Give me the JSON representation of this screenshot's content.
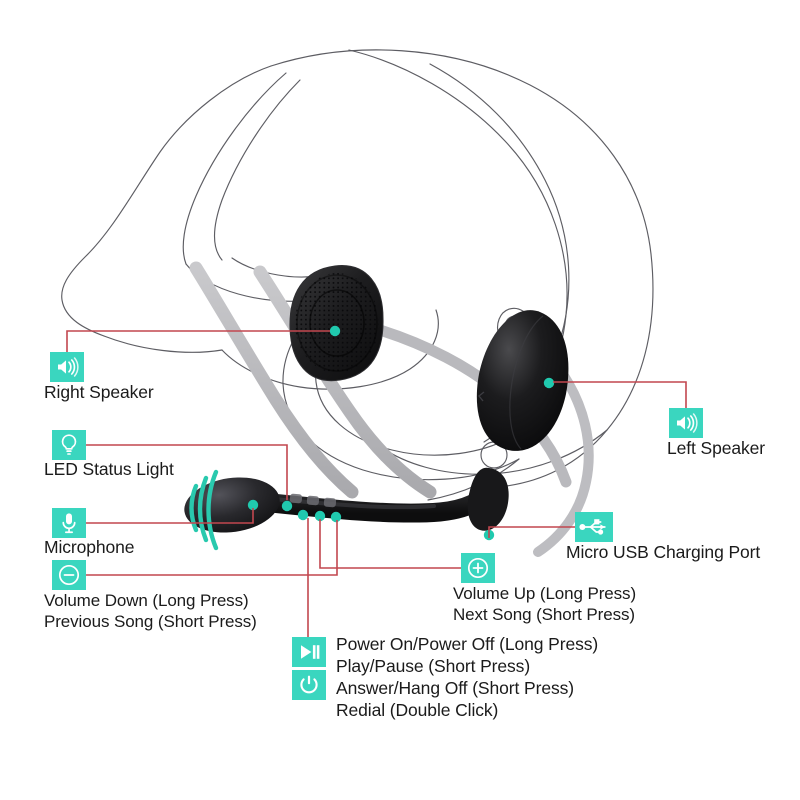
{
  "diagram": {
    "title": "Motorcycle Helmet Bluetooth Headset Feature Callouts",
    "accent_color": "#3ad6bf",
    "leader_line_color": "#c2474f",
    "text_color": "#1b1b1b",
    "background": "#ffffff"
  },
  "callouts": [
    {
      "id": "right-speaker",
      "icon": "speaker-icon",
      "lines": [
        "Right Speaker"
      ]
    },
    {
      "id": "led-status-light",
      "icon": "lightbulb-icon",
      "lines": [
        "LED Status Light"
      ]
    },
    {
      "id": "microphone",
      "icon": "microphone-icon",
      "lines": [
        "Microphone"
      ]
    },
    {
      "id": "volume-down",
      "icon": "minus-circle-icon",
      "lines": [
        "Volume Down (Long Press)",
        "Previous Song (Short Press)"
      ]
    },
    {
      "id": "left-speaker",
      "icon": "speaker-icon",
      "lines": [
        "Left Speaker"
      ]
    },
    {
      "id": "micro-usb",
      "icon": "usb-icon",
      "lines": [
        "Micro USB Charging Port"
      ]
    },
    {
      "id": "volume-up",
      "icon": "plus-circle-icon",
      "lines": [
        "Volume Up (Long Press)",
        "Next Song (Short Press)"
      ]
    },
    {
      "id": "power-play",
      "icon": "play-pause-icon",
      "lines": [
        "Power On/Power Off (Long Press)",
        "Play/Pause (Short Press)"
      ]
    },
    {
      "id": "answer-redial",
      "icon": "power-icon",
      "lines": [
        "Answer/Hang Off (Short Press)",
        "Redial (Double Click)"
      ]
    }
  ],
  "text": {
    "right_speaker": "Right Speaker",
    "left_speaker": "Left Speaker",
    "led_status_light": "LED Status Light",
    "microphone": "Microphone",
    "micro_usb": "Micro USB Charging Port",
    "volume_down_l1": "Volume Down (Long Press)",
    "volume_down_l2": "Previous Song (Short Press)",
    "volume_up_l1": "Volume Up (Long Press)",
    "volume_up_l2": "Next Song (Short Press)",
    "power_l1": "Power On/Power Off (Long Press)",
    "power_l2": "Play/Pause (Short Press)",
    "answer_l1": "Answer/Hang Off (Short Press)",
    "answer_l2": "Redial (Double Click)"
  }
}
